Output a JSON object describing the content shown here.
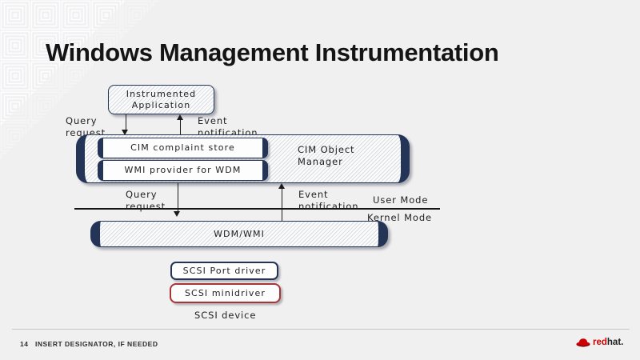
{
  "title": "Windows Management Instrumentation",
  "diagram": {
    "instrumented_app": "Instrumented\nApplication",
    "query_request_top": "Query\nrequest",
    "event_notification_top": "Event\nnotification",
    "cim_store": "CIM complaint store",
    "wmi_provider": "WMI provider for WDM",
    "cim_object_manager": "CIM Object\nManager",
    "query_request_bottom": "Query\nrequest",
    "event_notification_bottom": "Event\nnotification",
    "user_mode": "User Mode",
    "kernel_mode": "Kernel Mode",
    "wdm_wmi": "WDM/WMI",
    "scsi_port_driver": "SCSI Port driver",
    "scsi_minidriver": "SCSI minidriver",
    "scsi_device": "SCSI device"
  },
  "footer": {
    "page_number": "14",
    "designator": "INSERT DESIGNATOR, IF NEEDED",
    "logo_text_red": "red",
    "logo_text_dark": "hat."
  },
  "colors": {
    "background": "#f0f0f1",
    "navy": "#233457",
    "red_box_border": "#a93535",
    "arrow_line": "#1a1a1a",
    "redhat_red": "#cc0000"
  }
}
